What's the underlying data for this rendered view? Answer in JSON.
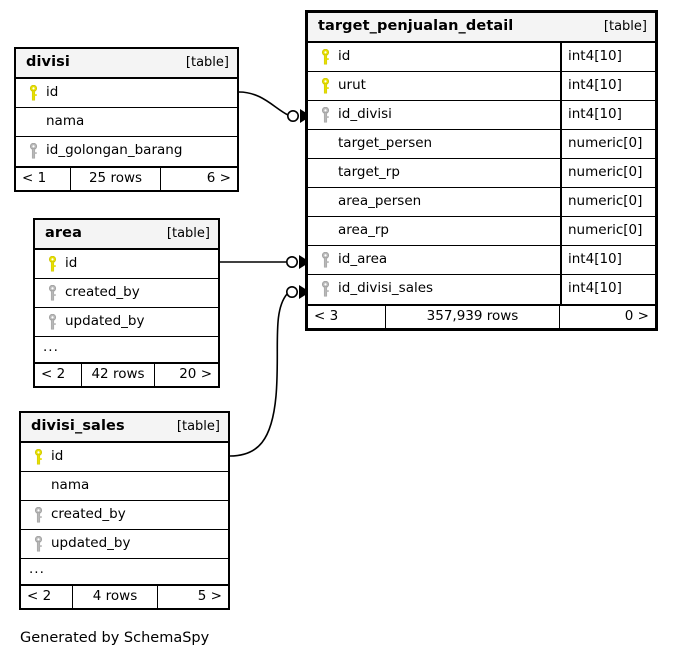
{
  "diagram": {
    "kind": "database-er-diagram",
    "caption": "Generated by SchemaSpy",
    "table_tag": "[table]",
    "ellipsis": "...",
    "colors": {
      "primary_key": "#e8e000",
      "foreign_key": "#b3b3b3",
      "header_bg": "#f4f4f4",
      "border": "#000000",
      "background": "#ffffff"
    }
  },
  "entities": {
    "target_penjualan_detail": {
      "title": "target_penjualan_detail",
      "tag": "[table]",
      "columns": [
        {
          "name": "id",
          "type": "int4[10]",
          "key": "primary"
        },
        {
          "name": "urut",
          "type": "int4[10]",
          "key": "primary"
        },
        {
          "name": "id_divisi",
          "type": "int4[10]",
          "key": "foreign"
        },
        {
          "name": "target_persen",
          "type": "numeric[0]",
          "key": "none"
        },
        {
          "name": "target_rp",
          "type": "numeric[0]",
          "key": "none"
        },
        {
          "name": "area_persen",
          "type": "numeric[0]",
          "key": "none"
        },
        {
          "name": "area_rp",
          "type": "numeric[0]",
          "key": "none"
        },
        {
          "name": "id_area",
          "type": "int4[10]",
          "key": "foreign"
        },
        {
          "name": "id_divisi_sales",
          "type": "int4[10]",
          "key": "foreign"
        }
      ],
      "footer": {
        "prev": "< 3",
        "rows": "357,939 rows",
        "next": "0 >"
      }
    },
    "divisi": {
      "title": "divisi",
      "tag": "[table]",
      "columns": [
        {
          "name": "id",
          "type": "",
          "key": "primary"
        },
        {
          "name": "nama",
          "type": "",
          "key": "none"
        },
        {
          "name": "id_golongan_barang",
          "type": "",
          "key": "foreign"
        }
      ],
      "footer": {
        "prev": "< 1",
        "rows": "25 rows",
        "next": "6 >"
      }
    },
    "area": {
      "title": "area",
      "tag": "[table]",
      "columns": [
        {
          "name": "id",
          "type": "",
          "key": "primary"
        },
        {
          "name": "created_by",
          "type": "",
          "key": "foreign"
        },
        {
          "name": "updated_by",
          "type": "",
          "key": "foreign"
        },
        {
          "name": "...",
          "type": "",
          "key": "ellipsis"
        }
      ],
      "footer": {
        "prev": "< 2",
        "rows": "42 rows",
        "next": "20 >"
      }
    },
    "divisi_sales": {
      "title": "divisi_sales",
      "tag": "[table]",
      "columns": [
        {
          "name": "id",
          "type": "",
          "key": "primary"
        },
        {
          "name": "nama",
          "type": "",
          "key": "none"
        },
        {
          "name": "created_by",
          "type": "",
          "key": "foreign"
        },
        {
          "name": "updated_by",
          "type": "",
          "key": "foreign"
        },
        {
          "name": "...",
          "type": "",
          "key": "ellipsis"
        }
      ],
      "footer": {
        "prev": "< 2",
        "rows": "4 rows",
        "next": "5 >"
      }
    }
  },
  "relationships": [
    {
      "from_table": "divisi",
      "from_column": "id",
      "to_table": "target_penjualan_detail",
      "to_column": "id_divisi",
      "from_cardinality": "zero-or-one",
      "to_cardinality": "many"
    },
    {
      "from_table": "area",
      "from_column": "id",
      "to_table": "target_penjualan_detail",
      "to_column": "id_area",
      "from_cardinality": "zero-or-one",
      "to_cardinality": "many"
    },
    {
      "from_table": "divisi_sales",
      "from_column": "id",
      "to_table": "target_penjualan_detail",
      "to_column": "id_divisi_sales",
      "from_cardinality": "zero-or-one",
      "to_cardinality": "many"
    }
  ]
}
